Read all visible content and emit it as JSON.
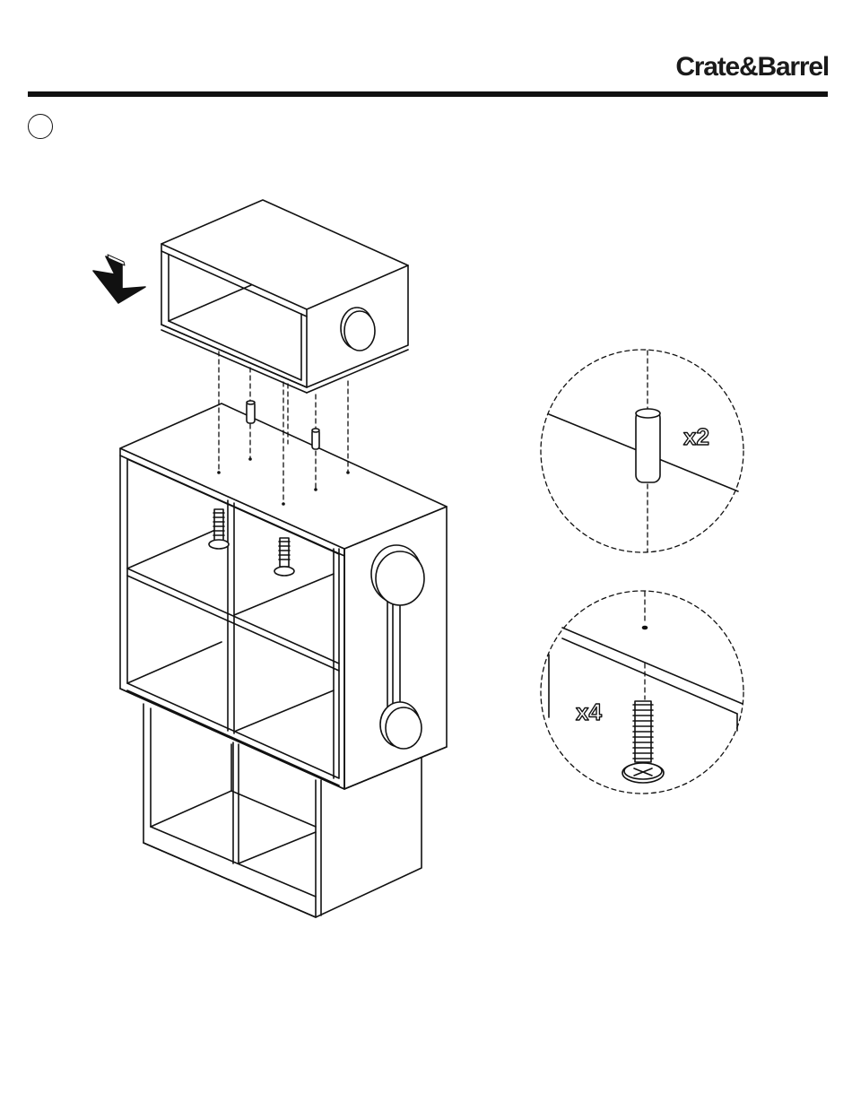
{
  "header": {
    "brand": "Crate&Barrel",
    "step_number": ""
  },
  "details": {
    "dowel_qty": "x2",
    "screw_qty": "x4"
  },
  "icons": {
    "arrow": "down-arrow-icon",
    "dowel": "dowel-icon",
    "screw": "screw-icon"
  },
  "colors": {
    "line": "#111111",
    "paper": "#ffffff"
  }
}
